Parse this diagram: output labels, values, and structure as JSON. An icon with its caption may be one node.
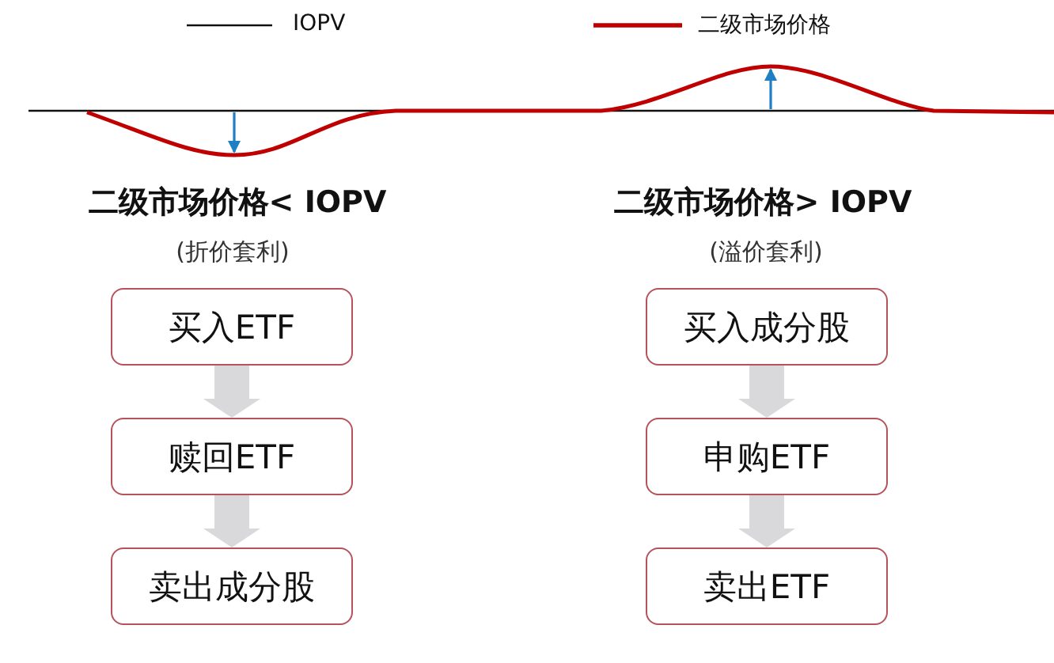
{
  "diagram": {
    "nodes": [
      {
        "text": [
          "买入ETF"
        ]
      },
      {
        "text": [
          "赎回ETF"
        ]
      },
      {
        "text": [
          "卖出成分股"
        ]
      },
      {
        "text": [
          "买入成分股"
        ]
      },
      {
        "text": [
          "申购ETF"
        ]
      },
      {
        "text": [
          "卖出ETF"
        ]
      }
    ],
    "edges": [
      {
        "from": 0,
        "to": 1,
        "arrow": "to"
      },
      {
        "from": 1,
        "to": 2,
        "arrow": "to"
      },
      {
        "from": 3,
        "to": 4,
        "arrow": "to"
      },
      {
        "from": 4,
        "to": 5,
        "arrow": "to"
      }
    ],
    "labels": [
      "二级市场价格< IOPV",
      "(折价套利)",
      "二级市场价格> IOPV",
      "(溢价套利)"
    ],
    "legend": [
      {
        "text": "IOPV"
      },
      {
        "text": "二级市场价格"
      }
    ]
  }
}
